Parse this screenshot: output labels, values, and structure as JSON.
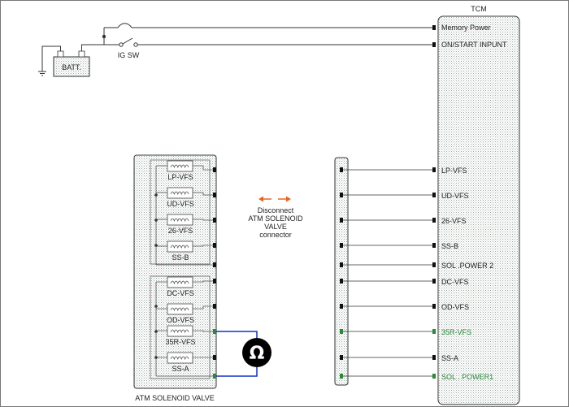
{
  "tcm": {
    "title": "TCM",
    "top_pins": [
      "Memory Power",
      "ON/START  INPUNT"
    ],
    "pins": [
      {
        "label": "LP-VFS",
        "highlight": false
      },
      {
        "label": "UD-VFS",
        "highlight": false
      },
      {
        "label": "26-VFS",
        "highlight": false
      },
      {
        "label": "SS-B",
        "highlight": false
      },
      {
        "label": "SOL .POWER 2",
        "highlight": false
      },
      {
        "label": "DC-VFS",
        "highlight": false
      },
      {
        "label": "OD-VFS",
        "highlight": false
      },
      {
        "label": "35R-VFS",
        "highlight": true
      },
      {
        "label": "SS-A",
        "highlight": false
      },
      {
        "label": "SOL . POWER1",
        "highlight": true
      }
    ]
  },
  "battery_label": "BATT.",
  "ig_switch_label": "IG SW",
  "disconnect_note": {
    "line1": "Disconnect",
    "line2": "ATM SOLENOID",
    "line3": "VALVE",
    "line4": "connector"
  },
  "valve": {
    "title": "ATM SOLENOID VALVE",
    "solenoids": [
      "LP-VFS",
      "UD-VFS",
      "26-VFS",
      "SS-B",
      "DC-VFS",
      "OD-VFS",
      "35R-VFS",
      "SS-A"
    ]
  },
  "ohmmeter_symbol": "Ω",
  "colors": {
    "box_fill": "#dfe7e3",
    "meter_wire": "#1030c8",
    "arrow": "#e8641e",
    "highlight": "#2a8a3a"
  }
}
